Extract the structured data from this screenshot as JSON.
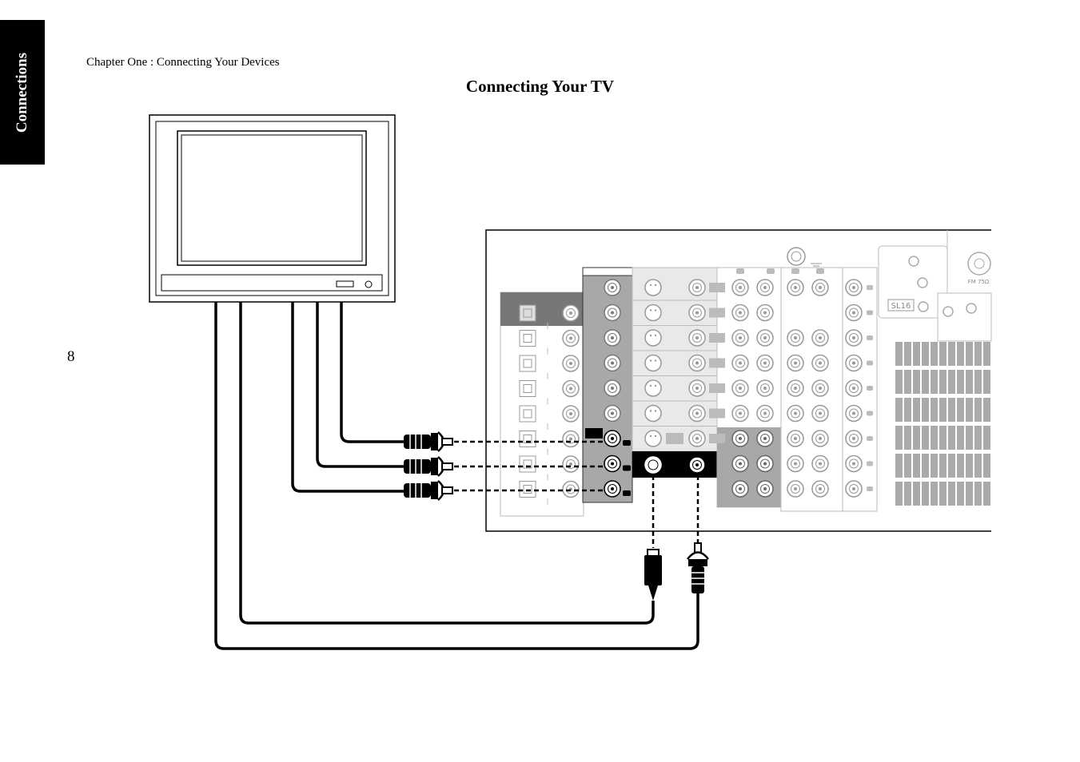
{
  "side_tab": {
    "label": "Connections"
  },
  "header": {
    "chapter": "Chapter One : Connecting Your Devices"
  },
  "page": {
    "title": "Connecting Your TV",
    "number": "8"
  },
  "diagram": {
    "receiver_labels": {
      "fm": "FM 75Ω",
      "logo": "SL16"
    }
  }
}
